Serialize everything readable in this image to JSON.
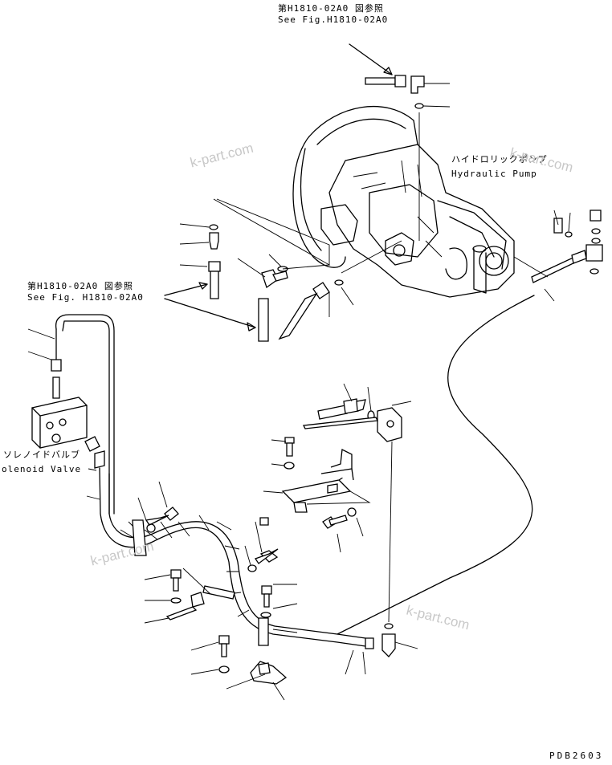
{
  "references": {
    "top": {
      "jp": "第H1810-02A0 図参照",
      "en": "See Fig.H1810-02A0"
    },
    "left": {
      "jp": "第H1810-02A0 図参照",
      "en": "See Fig. H1810-02A0"
    }
  },
  "components": {
    "pump": {
      "jp": "ハイドロリックポンプ",
      "en": "Hydraulic Pump"
    },
    "valve": {
      "jp": "ソレノイドバルブ",
      "en": "olenoid Valve"
    }
  },
  "watermarks": [
    "k-part.com",
    "k-part.com",
    "k-part.com",
    "k-part.com"
  ],
  "drawing_code": "PDB2603"
}
